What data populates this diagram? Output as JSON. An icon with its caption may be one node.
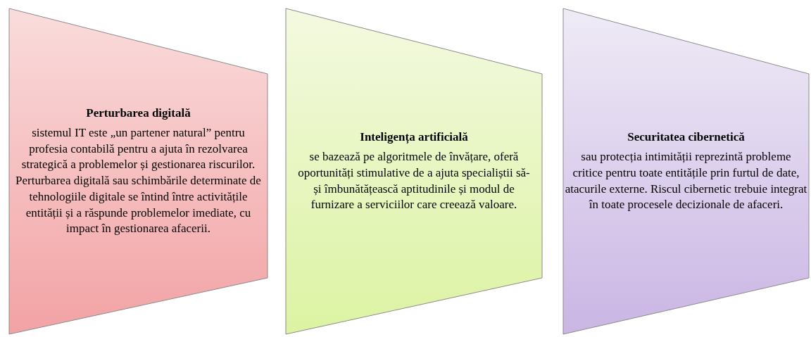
{
  "diagram": {
    "nodes": [
      {
        "text": [
          "Perturbarea digitală",
          "sistemul IT este „un partener natural” pentru profesia contabilă pentru a ajuta în rezolvarea strategică a problemelor și gestionarea riscurilor. Perturbarea digitală sau schimbările determinate de tehnologiile digitale se întind între activitățile entității și a răspunde problemelor imediate, cu impact în gestionarea afacerii."
        ]
      },
      {
        "text": [
          "Inteligența artificială",
          "se bazează pe algoritmele de învățare, oferă oportunități stimulative de a ajuta specialiștii să-și îmbunătățească aptitudinile și modul de furnizare a serviciilor care creează valoare."
        ]
      },
      {
        "text": [
          "Securitatea cibernetică",
          "sau protecția intimității reprezintă probleme critice pentru toate entitățile prin furtul de date, atacurile externe. Riscul cibernetic trebuie integrat în toate procesele decizionale de afaceri."
        ]
      }
    ]
  }
}
